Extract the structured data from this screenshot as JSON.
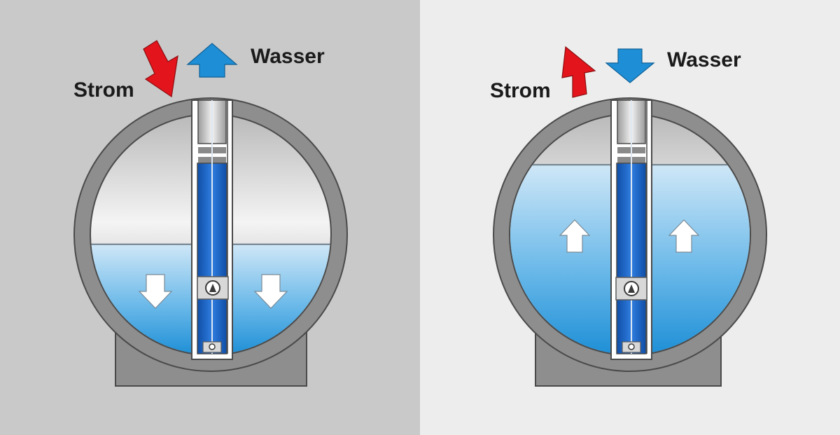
{
  "left_panel": {
    "strom_label": "Strom",
    "wasser_label": "Wasser",
    "strom_direction": "in",
    "wasser_direction": "out",
    "water_fill_level": 0.46,
    "water_flow": "down"
  },
  "right_panel": {
    "strom_label": "Strom",
    "wasser_label": "Wasser",
    "strom_direction": "out",
    "wasser_direction": "in",
    "water_fill_level": 0.79,
    "water_flow": "up"
  },
  "colors": {
    "background_left": "#c9c9c9",
    "background_right": "#ededed",
    "housing": "#8e8e8e",
    "housing_stroke": "#4a4a4a",
    "water_light": "#cfe7f7",
    "water_dark": "#1e8fd6",
    "pipe_blue": "#1d63c4",
    "strom_arrow": "#e3141c",
    "wasser_arrow": "#1e8fd6"
  }
}
